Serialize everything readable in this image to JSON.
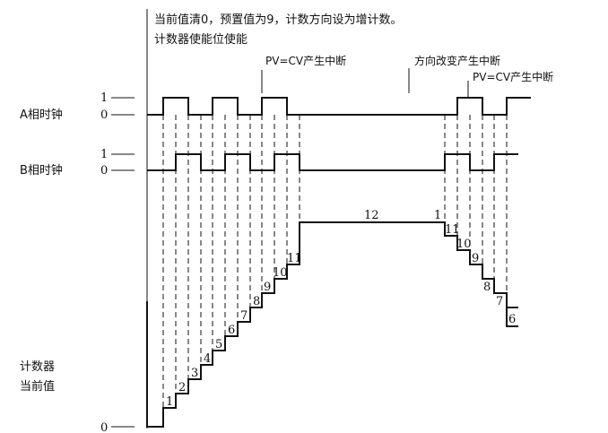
{
  "annotations": {
    "line1": "当前值清0，预置值为9，计数方向设为增计数。",
    "line2": "计数器使能位使能",
    "pv_cv_1": "PV=CV产生中断",
    "direction_change": "方向改变产生中断",
    "pv_cv_2": "PV=CV产生中断"
  },
  "signals": {
    "a_label": "A相时钟",
    "b_label": "B相时钟",
    "counter_label_1": "计数器",
    "counter_label_2": "当前值"
  },
  "levels": {
    "high": "1",
    "low": "0",
    "counter_zero": "0"
  },
  "counts_up": [
    "1",
    "2",
    "3",
    "4",
    "5",
    "6",
    "7",
    "8",
    "9",
    "10",
    "11"
  ],
  "count_peak": "12",
  "counts_down": [
    "1",
    "11",
    "10",
    "9",
    "8",
    "7",
    "6"
  ]
}
